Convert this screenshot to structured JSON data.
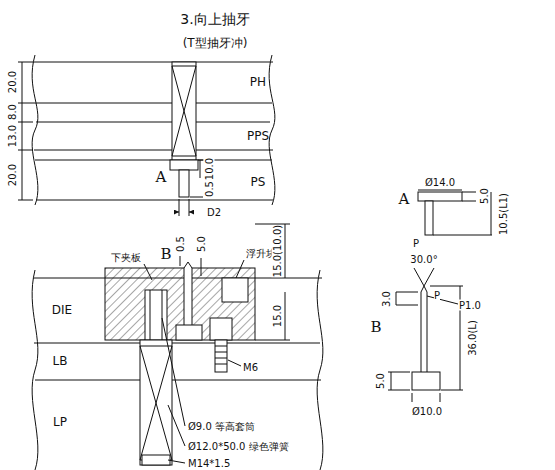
{
  "diagram": {
    "title": "3.向上抽牙",
    "nodes": [
      {
        "text": [
          "PH"
        ]
      },
      {
        "text": [
          "PPS"
        ]
      },
      {
        "text": [
          "PS"
        ]
      },
      {
        "text": [
          "DIE"
        ]
      },
      {
        "text": [
          "LB"
        ]
      },
      {
        "text": [
          "LP"
        ]
      }
    ],
    "labels": [
      "(T型抽牙冲)",
      "20.0",
      "8.0",
      "13.0",
      "20.0",
      "A",
      "10.0",
      "0.5",
      "D2",
      "B",
      "0.5",
      "5.0",
      "下夹板",
      "浮升块",
      "15.0(10.0)",
      "15.0",
      "M6",
      "Ø9.0 等高套筒",
      "Ø12.0*50.0 绿色弹簧",
      "M14*1.5",
      "A",
      "Ø14.0",
      "5.0",
      "10.5(L1)",
      "P",
      "B",
      "30.0°",
      "P",
      "P1.0",
      "3.0",
      "36.0(L)",
      "5.0",
      "Ø10.0"
    ]
  }
}
